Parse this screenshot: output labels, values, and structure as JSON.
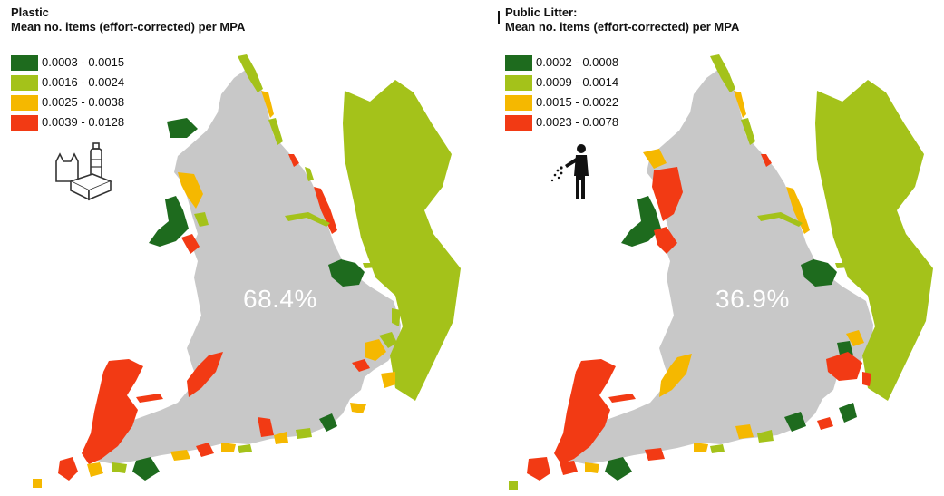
{
  "colors": {
    "land": "#c8c8c8",
    "white_text": "#ffffff",
    "bin_1": "#1e6b1e",
    "bin_2": "#a4c21a",
    "bin_3": "#f5b800",
    "bin_4": "#f23a14"
  },
  "panels": [
    {
      "title": "Plastic",
      "subtitle": "Mean no. items (effort-corrected) per MPA",
      "legend": [
        {
          "label": "0.0003 - 0.0015",
          "color": "#1e6b1e"
        },
        {
          "label": "0.0016 - 0.0024",
          "color": "#a4c21a"
        },
        {
          "label": "0.0025 - 0.0038",
          "color": "#f5b800"
        },
        {
          "label": "0.0039 - 0.0128",
          "color": "#f23a14"
        }
      ],
      "percent": "68.4%",
      "icon": "plastic-waste-icon"
    },
    {
      "title": "Public Litter:",
      "subtitle": "Mean no. items (effort-corrected) per MPA",
      "legend": [
        {
          "label": "0.0002 - 0.0008",
          "color": "#1e6b1e"
        },
        {
          "label": "0.0009 - 0.0014",
          "color": "#a4c21a"
        },
        {
          "label": "0.0015 - 0.0022",
          "color": "#f5b800"
        },
        {
          "label": "0.0023 - 0.0078",
          "color": "#f23a14"
        }
      ],
      "percent": "36.9%",
      "icon": "person-littering-icon"
    }
  ]
}
